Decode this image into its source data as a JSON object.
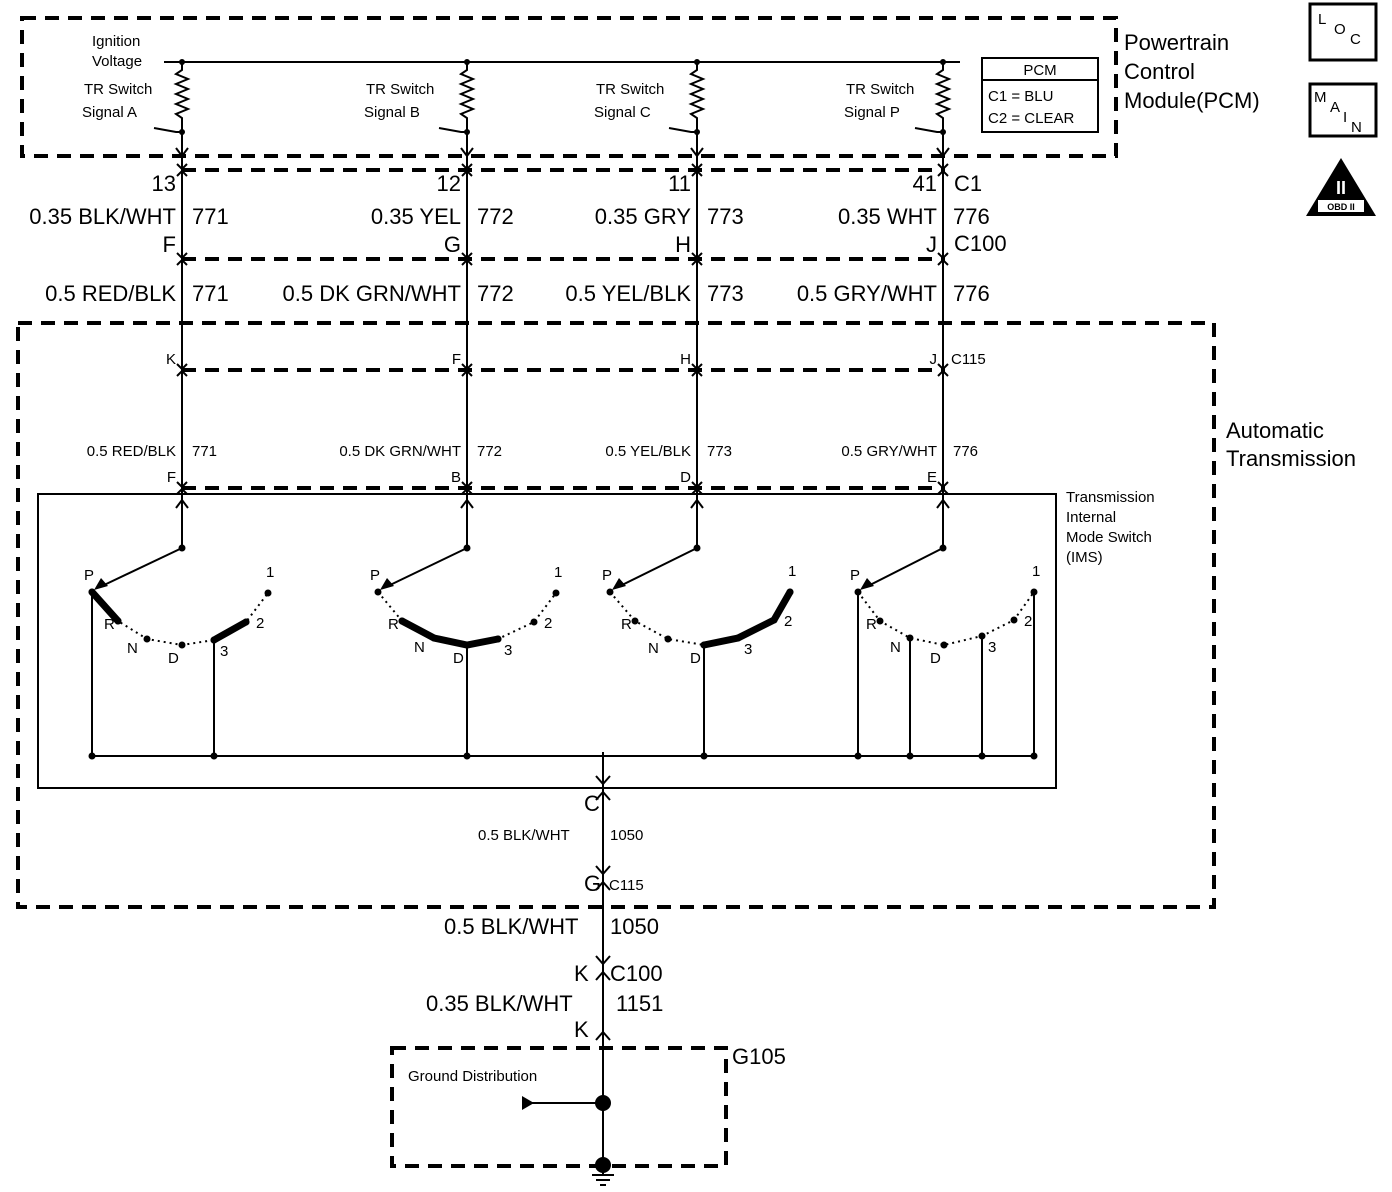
{
  "pcm": {
    "title": "Powertrain\nControl\nModule(PCM)",
    "ignition": "Ignition\nVoltage",
    "legend_title": "PCM",
    "legend_c1": "C1 = BLU",
    "legend_c2": "C2 = CLEAR"
  },
  "icons": {
    "loc": "LOC",
    "main": "MAIN",
    "obd": "OBD II",
    "obd_roman": "II"
  },
  "circuits": [
    {
      "signal": "TR Switch\nSignal A",
      "pin": "13",
      "wire1": "0.35 BLK/WHT",
      "num": "771",
      "c100": "F",
      "wire2": "0.5 RED/BLK",
      "c115": "K",
      "wire3": "0.5 RED/BLK",
      "ims": "F"
    },
    {
      "signal": "TR Switch\nSignal B",
      "pin": "12",
      "wire1": "0.35 YEL",
      "num": "772",
      "c100": "G",
      "wire2": "0.5 DK GRN/WHT",
      "c115": "F",
      "wire3": "0.5 DK GRN/WHT",
      "ims": "B"
    },
    {
      "signal": "TR Switch\nSignal C",
      "pin": "11",
      "wire1": "0.35 GRY",
      "num": "773",
      "c100": "H",
      "wire2": "0.5 YEL/BLK",
      "c115": "H",
      "wire3": "0.5 YEL/BLK",
      "ims": "D"
    },
    {
      "signal": "TR Switch\nSignal P",
      "pin": "41",
      "wire1": "0.35 WHT",
      "num": "776",
      "c100": "J",
      "wire2": "0.5 GRY/WHT",
      "c115": "J",
      "wire3": "0.5 GRY/WHT",
      "ims": "E"
    }
  ],
  "connectors": {
    "c1": "C1",
    "c100": "C100",
    "c115": "C115"
  },
  "transmission": {
    "title": "Automatic\nTransmission",
    "ims_label": "Transmission\nInternal\nMode Switch\n(IMS)",
    "positions": [
      "P",
      "R",
      "N",
      "D",
      "3",
      "2",
      "1"
    ]
  },
  "ground": {
    "pin_c": "C",
    "wire_a": "0.5 BLK/WHT",
    "num_a": "1050",
    "pin_g": "G",
    "wire_b": "0.5 BLK/WHT",
    "num_b": "1050",
    "pin_k1": "K",
    "wire_c": "0.35 BLK/WHT",
    "num_c": "1151",
    "pin_k2": "K",
    "box_label": "Ground Distribution",
    "ground_id": "G105"
  }
}
